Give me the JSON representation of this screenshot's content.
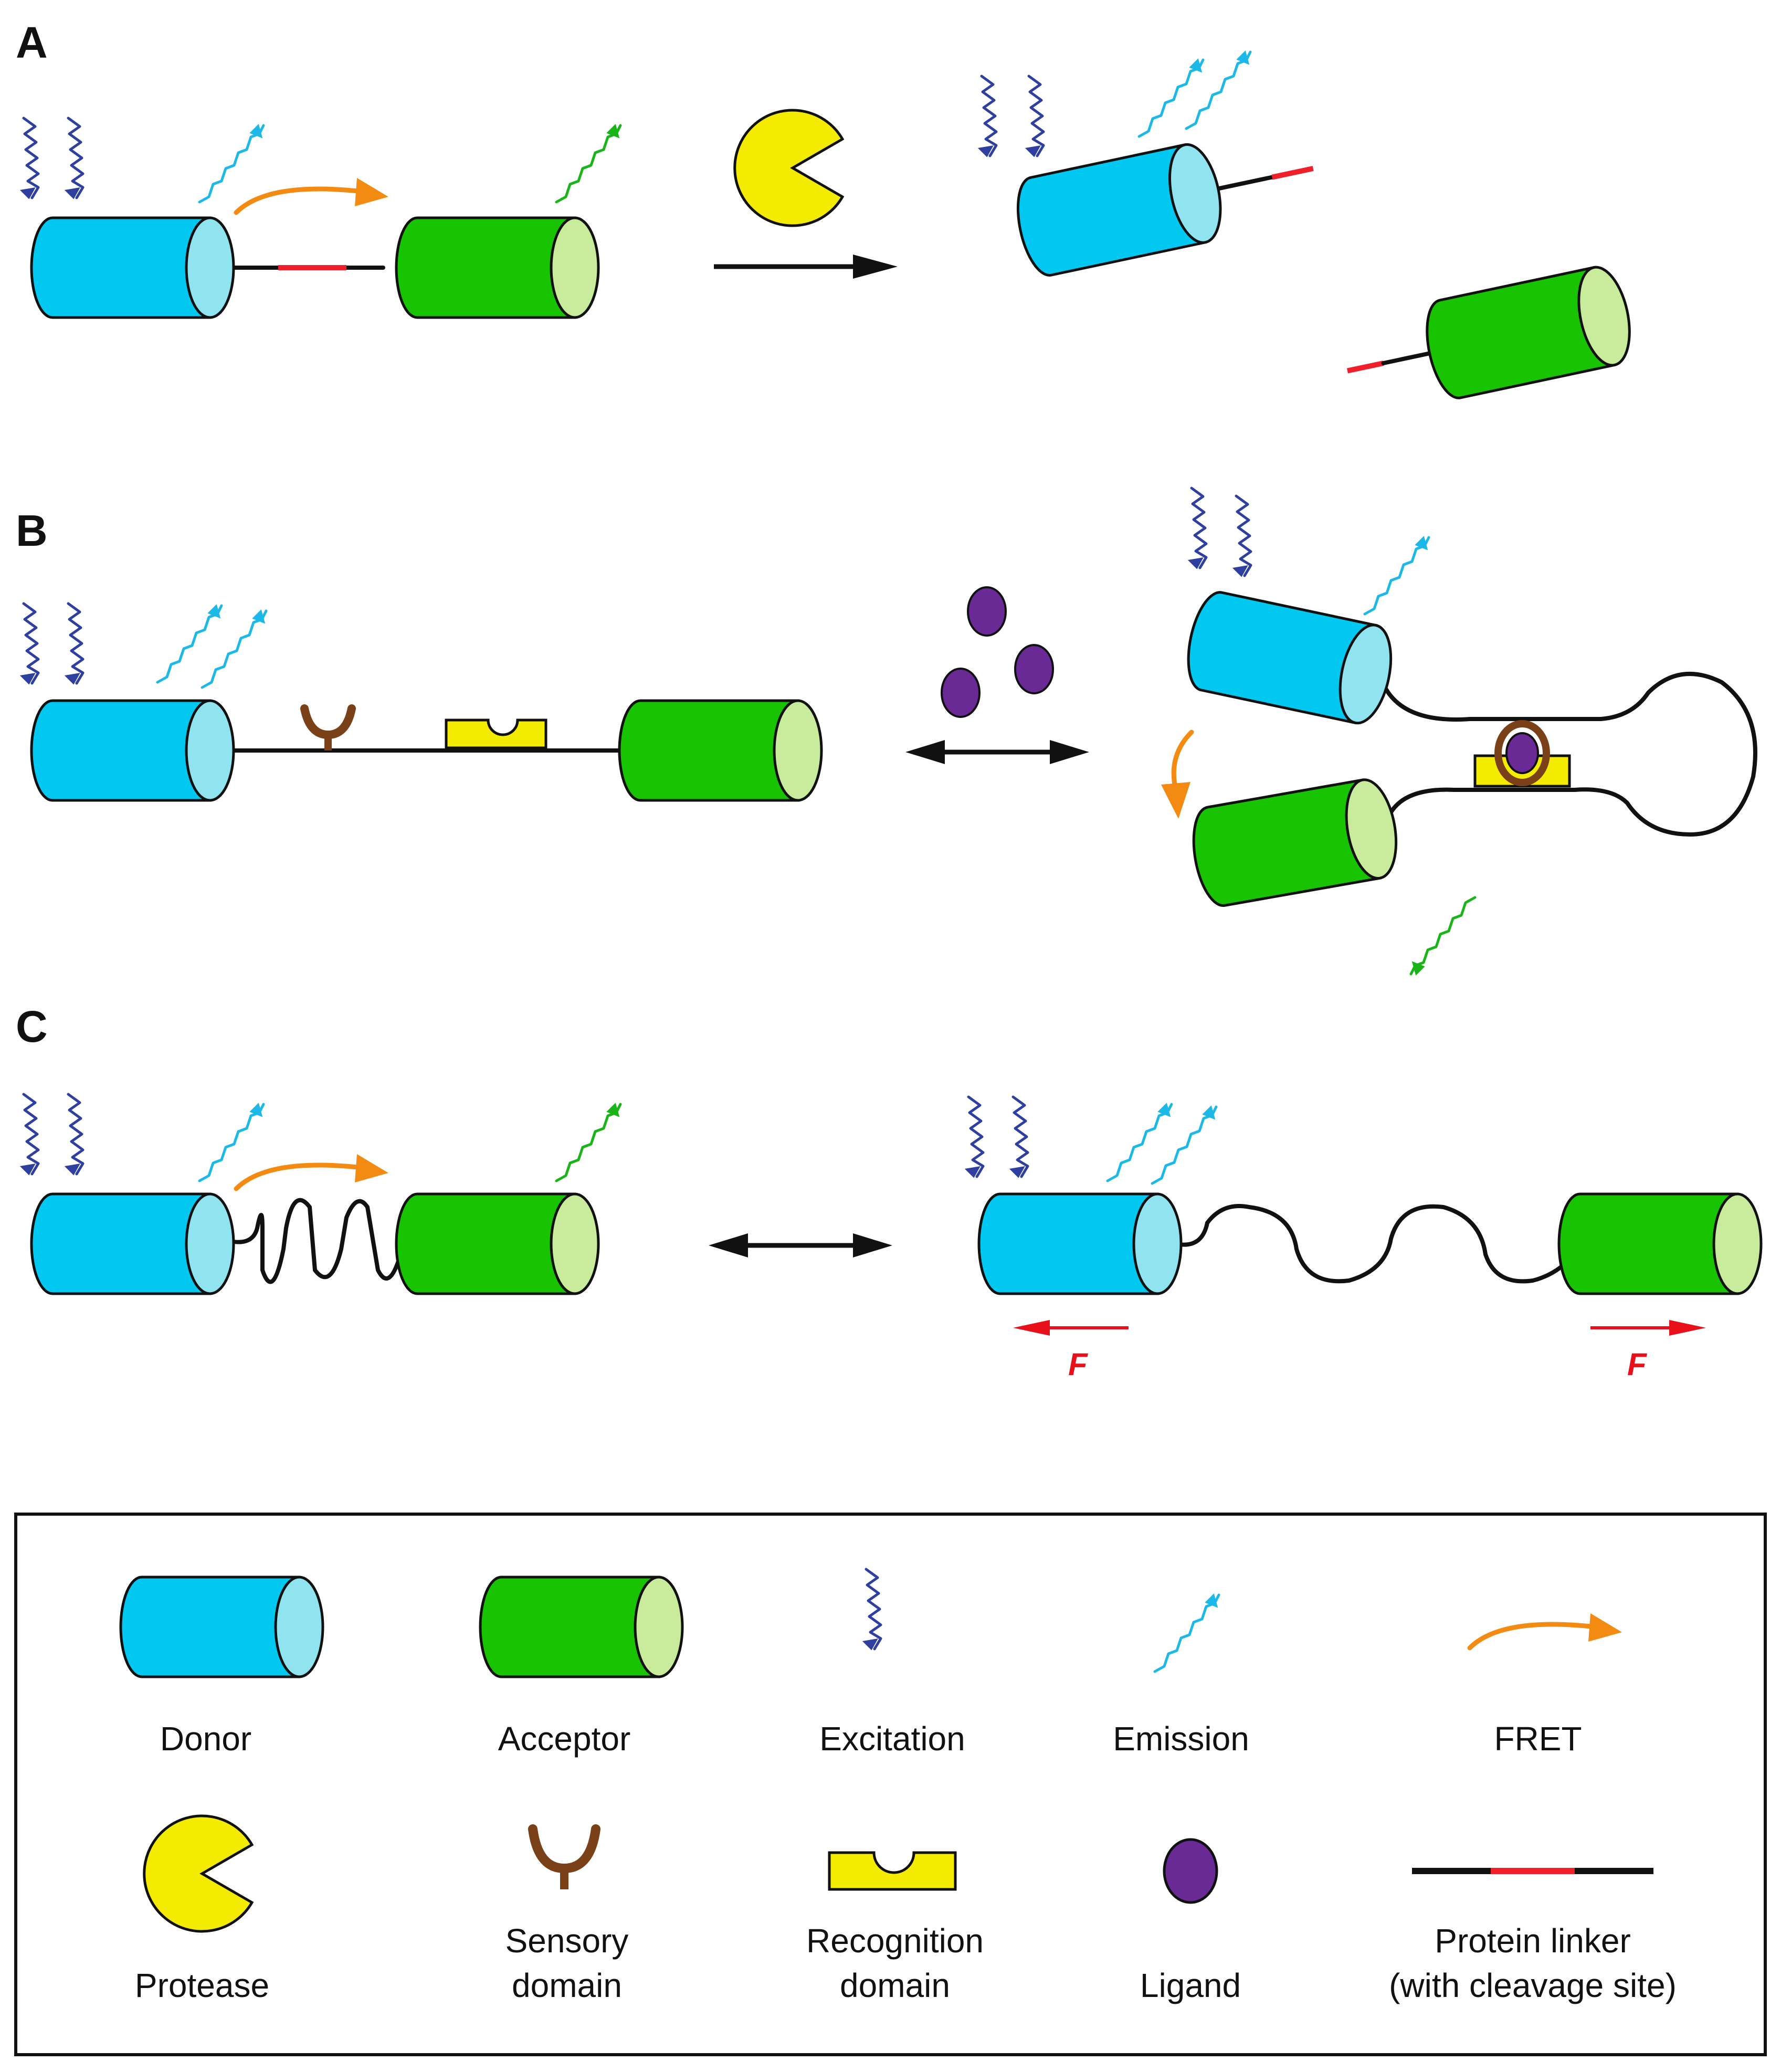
{
  "panels": {
    "a_label": "A",
    "b_label": "B",
    "c_label": "C"
  },
  "force_label": "F",
  "legend": {
    "donor": "Donor",
    "acceptor": "Acceptor",
    "excitation": "Excitation",
    "emission": "Emission",
    "fret": "FRET",
    "protease": "Protease",
    "sensory_line1": "Sensory",
    "sensory_line2": "domain",
    "recognition_line1": "Recognition",
    "recognition_line2": "domain",
    "ligand": "Ligand",
    "linker_line1": "Protein linker",
    "linker_line2": "(with cleavage site)"
  },
  "colors": {
    "donor_body": "#00c8f0",
    "donor_cap": "#90e4f0",
    "acceptor_body": "#18c400",
    "acceptor_cap": "#c8ec9c",
    "excitation": "#2e3fa0",
    "emission_donor": "#1cb8e8",
    "emission_acceptor": "#18b418",
    "fret_arrow": "#f38a12",
    "protease": "#f4ec00",
    "sensory": "#7a4018",
    "recognition": "#f4ec00",
    "ligand": "#6a2a96",
    "cleavage_site": "#f0202a",
    "force": "#e8101a"
  },
  "icons": [
    "donor-cylinder",
    "acceptor-cylinder",
    "excitation-wave",
    "emission-wave",
    "fret-arrow",
    "protease-pacman",
    "sensory-domain",
    "recognition-domain",
    "ligand-oval",
    "protein-linker"
  ]
}
